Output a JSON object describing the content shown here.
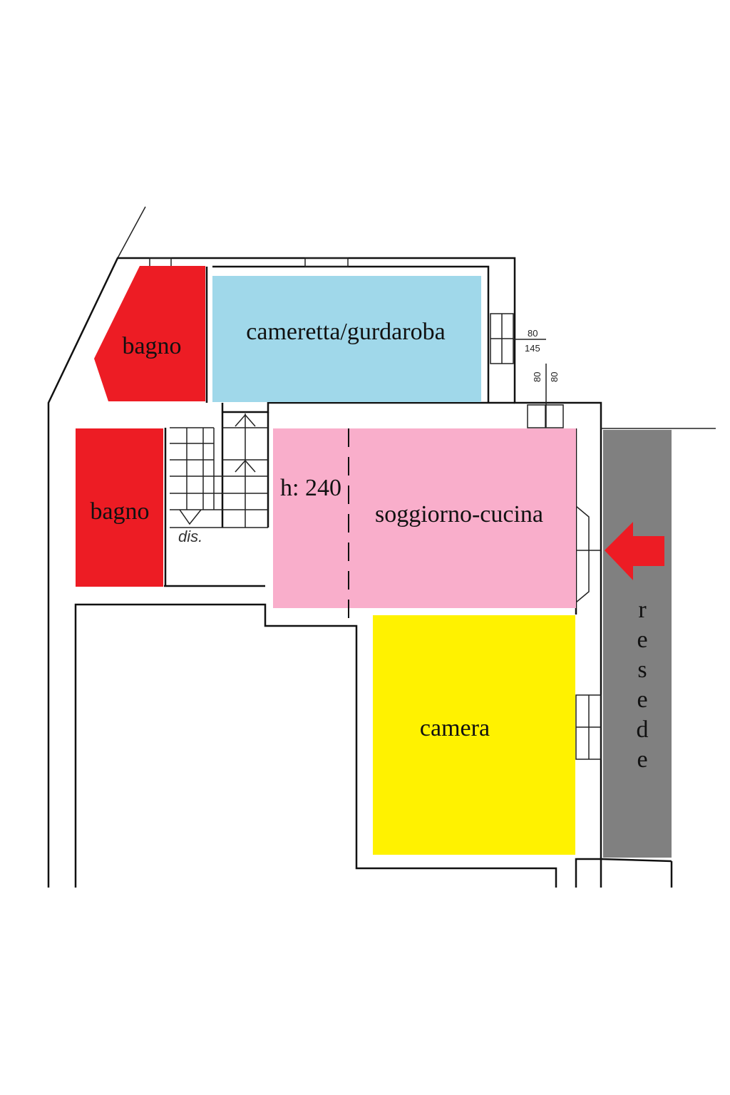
{
  "rooms": {
    "bagno_top": {
      "label": "bagno",
      "color": "#ED1C24"
    },
    "cameretta": {
      "label": "cameretta/gurdaroba",
      "color": "#A0D8EA"
    },
    "bagno_left": {
      "label": "bagno",
      "color": "#ED1C24"
    },
    "soggiorno": {
      "label": "soggiorno-cucina",
      "color": "#F9AECB"
    },
    "height_note": "h: 240",
    "camera": {
      "label": "camera",
      "color": "#FFF200"
    },
    "dis": "dis."
  },
  "resede": {
    "letters": [
      "r",
      "e",
      "s",
      "e",
      "d",
      "e"
    ],
    "color": "#808080"
  },
  "dimensions": {
    "top": "80",
    "bottom": "145",
    "small_a": "80",
    "small_b": "80"
  },
  "entrance_arrow": {
    "color": "#ED1C24",
    "name": "entrance-arrow"
  }
}
